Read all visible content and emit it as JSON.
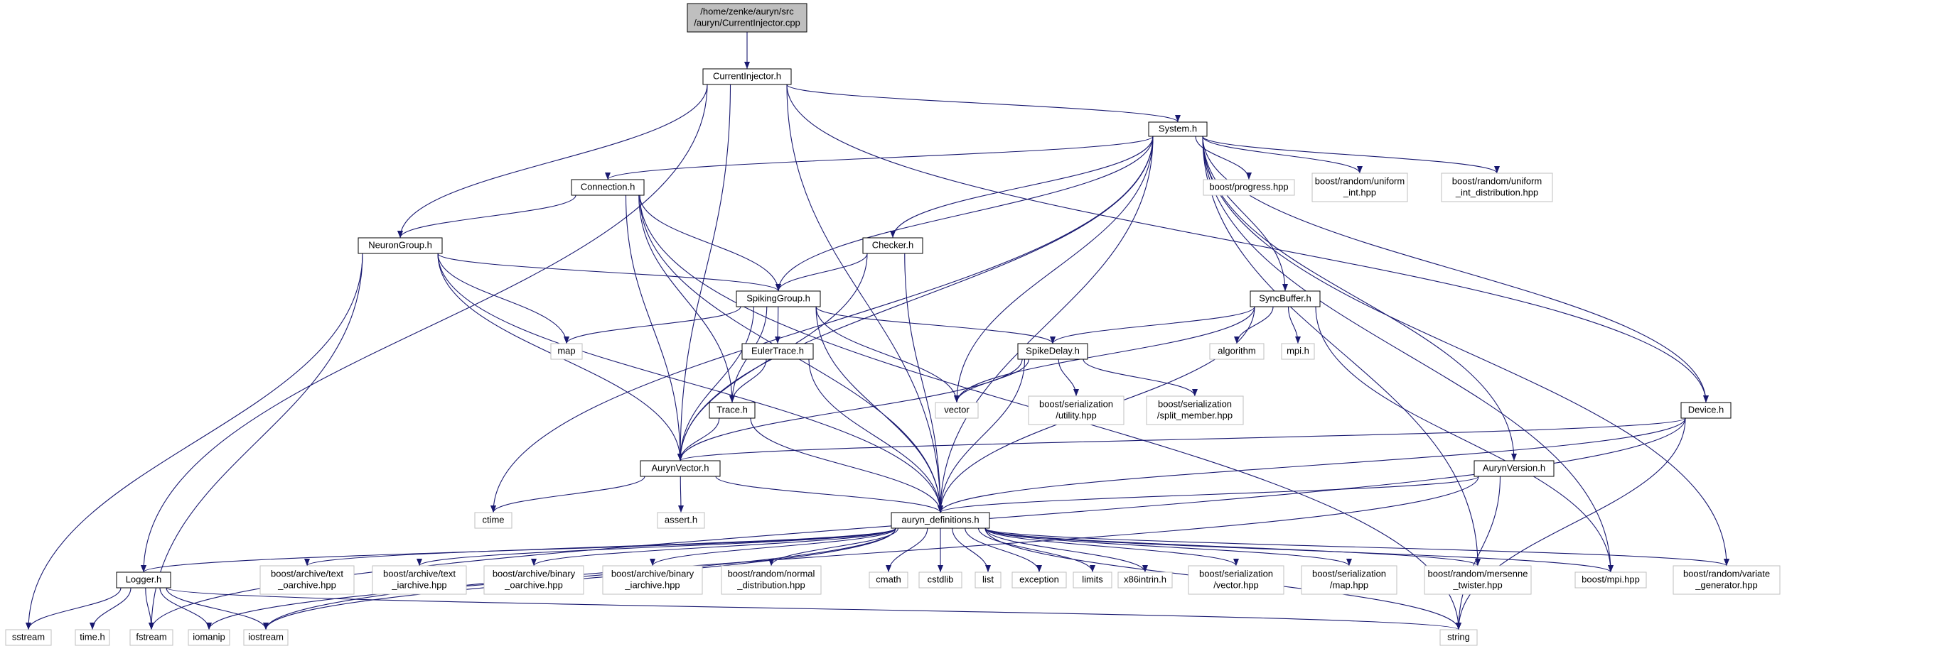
{
  "diagram": {
    "type": "include-dependency-graph",
    "nodes": [
      {
        "id": "root",
        "lines": [
          "/home/zenke/auryn/src",
          "/auryn/CurrentInjector.cpp"
        ],
        "style": "root"
      },
      {
        "id": "currentinjector_h",
        "lines": [
          "CurrentInjector.h"
        ],
        "style": "local"
      },
      {
        "id": "system_h",
        "lines": [
          "System.h"
        ],
        "style": "local"
      },
      {
        "id": "connection_h",
        "lines": [
          "Connection.h"
        ],
        "style": "local"
      },
      {
        "id": "neurongroup_h",
        "lines": [
          "NeuronGroup.h"
        ],
        "style": "local"
      },
      {
        "id": "checker_h",
        "lines": [
          "Checker.h"
        ],
        "style": "local"
      },
      {
        "id": "spikinggroup_h",
        "lines": [
          "SpikingGroup.h"
        ],
        "style": "local"
      },
      {
        "id": "synbuffer_h",
        "lines": [
          "SyncBuffer.h"
        ],
        "style": "local"
      },
      {
        "id": "eulertrace_h",
        "lines": [
          "EulerTrace.h"
        ],
        "style": "local"
      },
      {
        "id": "spikedelay_h",
        "lines": [
          "SpikeDelay.h"
        ],
        "style": "local"
      },
      {
        "id": "trace_h",
        "lines": [
          "Trace.h"
        ],
        "style": "local"
      },
      {
        "id": "device_h",
        "lines": [
          "Device.h"
        ],
        "style": "local"
      },
      {
        "id": "aurynvector_h",
        "lines": [
          "AurynVector.h"
        ],
        "style": "local"
      },
      {
        "id": "aurynversion_h",
        "lines": [
          "AurynVersion.h"
        ],
        "style": "local"
      },
      {
        "id": "auryn_definitions_h",
        "lines": [
          "auryn_definitions.h"
        ],
        "style": "local"
      },
      {
        "id": "logger_h",
        "lines": [
          "Logger.h"
        ],
        "style": "local"
      },
      {
        "id": "boost_progress",
        "lines": [
          "boost/progress.hpp"
        ],
        "style": "external"
      },
      {
        "id": "boost_uniform_int",
        "lines": [
          "boost/random/uniform",
          "_int.hpp"
        ],
        "style": "external"
      },
      {
        "id": "boost_uniform_int_dist",
        "lines": [
          "boost/random/uniform",
          "_int_distribution.hpp"
        ],
        "style": "external"
      },
      {
        "id": "map",
        "lines": [
          "map"
        ],
        "style": "external"
      },
      {
        "id": "algorithm",
        "lines": [
          "algorithm"
        ],
        "style": "external"
      },
      {
        "id": "mpi_h",
        "lines": [
          "mpi.h"
        ],
        "style": "external"
      },
      {
        "id": "vector",
        "lines": [
          "vector"
        ],
        "style": "external"
      },
      {
        "id": "boost_ser_utility",
        "lines": [
          "boost/serialization",
          "/utility.hpp"
        ],
        "style": "external"
      },
      {
        "id": "boost_ser_split",
        "lines": [
          "boost/serialization",
          "/split_member.hpp"
        ],
        "style": "external"
      },
      {
        "id": "ctime",
        "lines": [
          "ctime"
        ],
        "style": "external"
      },
      {
        "id": "assert_h",
        "lines": [
          "assert.h"
        ],
        "style": "external"
      },
      {
        "id": "boost_text_oarchive",
        "lines": [
          "boost/archive/text",
          "_oarchive.hpp"
        ],
        "style": "external"
      },
      {
        "id": "boost_text_iarchive",
        "lines": [
          "boost/archive/text",
          "_iarchive.hpp"
        ],
        "style": "external"
      },
      {
        "id": "boost_binary_oarchive",
        "lines": [
          "boost/archive/binary",
          "_oarchive.hpp"
        ],
        "style": "external"
      },
      {
        "id": "boost_binary_iarchive",
        "lines": [
          "boost/archive/binary",
          "_iarchive.hpp"
        ],
        "style": "external"
      },
      {
        "id": "boost_normal_dist",
        "lines": [
          "boost/random/normal",
          "_distribution.hpp"
        ],
        "style": "external"
      },
      {
        "id": "cmath",
        "lines": [
          "cmath"
        ],
        "style": "external"
      },
      {
        "id": "cstdlib",
        "lines": [
          "cstdlib"
        ],
        "style": "external"
      },
      {
        "id": "list",
        "lines": [
          "list"
        ],
        "style": "external"
      },
      {
        "id": "exception",
        "lines": [
          "exception"
        ],
        "style": "external"
      },
      {
        "id": "limits",
        "lines": [
          "limits"
        ],
        "style": "external"
      },
      {
        "id": "x86intrin_h",
        "lines": [
          "x86intrin.h"
        ],
        "style": "external"
      },
      {
        "id": "boost_ser_vector",
        "lines": [
          "boost/serialization",
          "/vector.hpp"
        ],
        "style": "external"
      },
      {
        "id": "boost_ser_map",
        "lines": [
          "boost/serialization",
          "/map.hpp"
        ],
        "style": "external"
      },
      {
        "id": "boost_mersenne",
        "lines": [
          "boost/random/mersenne",
          "_twister.hpp"
        ],
        "style": "external"
      },
      {
        "id": "boost_mpi",
        "lines": [
          "boost/mpi.hpp"
        ],
        "style": "external"
      },
      {
        "id": "boost_variate",
        "lines": [
          "boost/random/variate",
          "_generator.hpp"
        ],
        "style": "external"
      },
      {
        "id": "sstream",
        "lines": [
          "sstream"
        ],
        "style": "external"
      },
      {
        "id": "time_h",
        "lines": [
          "time.h"
        ],
        "style": "external"
      },
      {
        "id": "fstream",
        "lines": [
          "fstream"
        ],
        "style": "external"
      },
      {
        "id": "iomanip",
        "lines": [
          "iomanip"
        ],
        "style": "external"
      },
      {
        "id": "iostream",
        "lines": [
          "iostream"
        ],
        "style": "external"
      },
      {
        "id": "string",
        "lines": [
          "string"
        ],
        "style": "external"
      }
    ],
    "edges": [
      [
        "root",
        "currentinjector_h"
      ],
      [
        "currentinjector_h",
        "system_h"
      ],
      [
        "currentinjector_h",
        "neurongroup_h"
      ],
      [
        "currentinjector_h",
        "aurynvector_h"
      ],
      [
        "currentinjector_h",
        "logger_h"
      ],
      [
        "currentinjector_h",
        "device_h"
      ],
      [
        "currentinjector_h",
        "auryn_definitions_h"
      ],
      [
        "system_h",
        "connection_h"
      ],
      [
        "system_h",
        "checker_h"
      ],
      [
        "system_h",
        "spikinggroup_h"
      ],
      [
        "system_h",
        "synbuffer_h"
      ],
      [
        "system_h",
        "device_h"
      ],
      [
        "system_h",
        "aurynvector_h"
      ],
      [
        "system_h",
        "aurynversion_h"
      ],
      [
        "system_h",
        "auryn_definitions_h"
      ],
      [
        "system_h",
        "boost_progress"
      ],
      [
        "system_h",
        "boost_uniform_int"
      ],
      [
        "system_h",
        "boost_uniform_int_dist"
      ],
      [
        "system_h",
        "vector"
      ],
      [
        "system_h",
        "ctime"
      ],
      [
        "system_h",
        "boost_mersenne"
      ],
      [
        "system_h",
        "boost_mpi"
      ],
      [
        "system_h",
        "boost_variate"
      ],
      [
        "connection_h",
        "neurongroup_h"
      ],
      [
        "connection_h",
        "spikinggroup_h"
      ],
      [
        "connection_h",
        "trace_h"
      ],
      [
        "connection_h",
        "aurynvector_h"
      ],
      [
        "connection_h",
        "auryn_definitions_h"
      ],
      [
        "connection_h",
        "string"
      ],
      [
        "neurongroup_h",
        "spikinggroup_h"
      ],
      [
        "neurongroup_h",
        "map"
      ],
      [
        "neurongroup_h",
        "aurynvector_h"
      ],
      [
        "neurongroup_h",
        "auryn_definitions_h"
      ],
      [
        "neurongroup_h",
        "sstream"
      ],
      [
        "neurongroup_h",
        "fstream"
      ],
      [
        "checker_h",
        "spikinggroup_h"
      ],
      [
        "checker_h",
        "aurynvector_h"
      ],
      [
        "checker_h",
        "auryn_definitions_h"
      ],
      [
        "spikinggroup_h",
        "map"
      ],
      [
        "spikinggroup_h",
        "eulertrace_h"
      ],
      [
        "spikinggroup_h",
        "spikedelay_h"
      ],
      [
        "spikinggroup_h",
        "trace_h"
      ],
      [
        "spikinggroup_h",
        "vector"
      ],
      [
        "spikinggroup_h",
        "aurynvector_h"
      ],
      [
        "spikinggroup_h",
        "auryn_definitions_h"
      ],
      [
        "synbuffer_h",
        "spikedelay_h"
      ],
      [
        "synbuffer_h",
        "algorithm"
      ],
      [
        "synbuffer_h",
        "mpi_h"
      ],
      [
        "synbuffer_h",
        "vector"
      ],
      [
        "synbuffer_h",
        "auryn_definitions_h"
      ],
      [
        "synbuffer_h",
        "boost_mpi"
      ],
      [
        "eulertrace_h",
        "trace_h"
      ],
      [
        "eulertrace_h",
        "auryn_definitions_h"
      ],
      [
        "spikedelay_h",
        "vector"
      ],
      [
        "spikedelay_h",
        "boost_ser_utility"
      ],
      [
        "spikedelay_h",
        "boost_ser_split"
      ],
      [
        "spikedelay_h",
        "aurynvector_h"
      ],
      [
        "spikedelay_h",
        "auryn_definitions_h"
      ],
      [
        "trace_h",
        "aurynvector_h"
      ],
      [
        "trace_h",
        "auryn_definitions_h"
      ],
      [
        "device_h",
        "aurynvector_h"
      ],
      [
        "device_h",
        "auryn_definitions_h"
      ],
      [
        "device_h",
        "string"
      ],
      [
        "device_h",
        "fstream"
      ],
      [
        "aurynvector_h",
        "auryn_definitions_h"
      ],
      [
        "aurynvector_h",
        "ctime"
      ],
      [
        "aurynvector_h",
        "assert_h"
      ],
      [
        "aurynversion_h",
        "auryn_definitions_h"
      ],
      [
        "aurynversion_h",
        "iostream"
      ],
      [
        "aurynversion_h",
        "string"
      ],
      [
        "auryn_definitions_h",
        "logger_h"
      ],
      [
        "auryn_definitions_h",
        "boost_text_oarchive"
      ],
      [
        "auryn_definitions_h",
        "boost_text_iarchive"
      ],
      [
        "auryn_definitions_h",
        "boost_binary_oarchive"
      ],
      [
        "auryn_definitions_h",
        "boost_binary_iarchive"
      ],
      [
        "auryn_definitions_h",
        "boost_normal_dist"
      ],
      [
        "auryn_definitions_h",
        "cmath"
      ],
      [
        "auryn_definitions_h",
        "cstdlib"
      ],
      [
        "auryn_definitions_h",
        "list"
      ],
      [
        "auryn_definitions_h",
        "exception"
      ],
      [
        "auryn_definitions_h",
        "limits"
      ],
      [
        "auryn_definitions_h",
        "x86intrin_h"
      ],
      [
        "auryn_definitions_h",
        "boost_ser_vector"
      ],
      [
        "auryn_definitions_h",
        "boost_ser_map"
      ],
      [
        "auryn_definitions_h",
        "boost_mersenne"
      ],
      [
        "auryn_definitions_h",
        "boost_mpi"
      ],
      [
        "auryn_definitions_h",
        "boost_variate"
      ],
      [
        "auryn_definitions_h",
        "iomanip"
      ],
      [
        "auryn_definitions_h",
        "iostream"
      ],
      [
        "auryn_definitions_h",
        "string"
      ],
      [
        "logger_h",
        "sstream"
      ],
      [
        "logger_h",
        "time_h"
      ],
      [
        "logger_h",
        "fstream"
      ],
      [
        "logger_h",
        "iomanip"
      ],
      [
        "logger_h",
        "iostream"
      ],
      [
        "logger_h",
        "string"
      ]
    ],
    "colors": {
      "edge": "#191970",
      "local_border": "#000000",
      "external_border": "#bfbfbf",
      "root_fill": "#bfbfbf",
      "text": "#000000"
    }
  }
}
